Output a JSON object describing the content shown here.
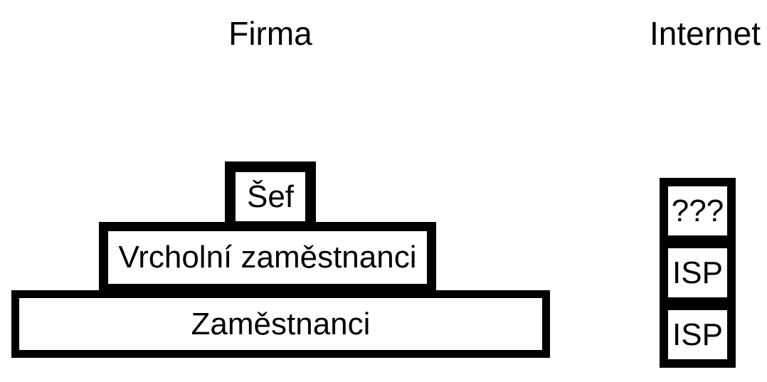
{
  "diagram": {
    "background_color": "#ffffff",
    "line_color": "#000000"
  },
  "firma": {
    "title": "Firma",
    "levels": [
      {
        "label": "Šef"
      },
      {
        "label": "Vrcholní zaměstnanci"
      },
      {
        "label": "Zaměstnanci"
      }
    ]
  },
  "internet": {
    "title": "Internet",
    "stack": [
      {
        "label": "???"
      },
      {
        "label": "ISP"
      },
      {
        "label": "ISP"
      }
    ]
  }
}
